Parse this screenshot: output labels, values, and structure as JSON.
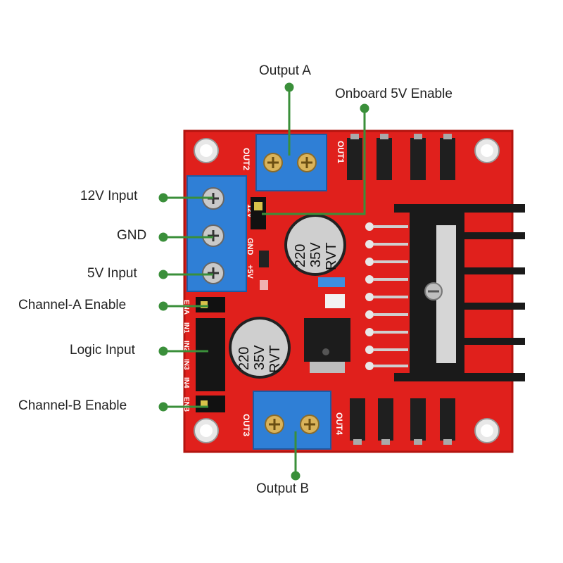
{
  "colors": {
    "pcb": "#e0201c",
    "pcb_dark": "#b3140f",
    "callout": "#3a8f3a",
    "terminal": "#2f7fd6",
    "heatsink": "#1a1a1a"
  },
  "callouts": {
    "output_a": "Output A",
    "onboard_5v": "Onboard 5V Enable",
    "input_12v": "12V Input",
    "gnd": "GND",
    "input_5v": "5V Input",
    "channel_a": "Channel-A Enable",
    "logic": "Logic Input",
    "channel_b": "Channel-B Enable",
    "output_b": "Output B"
  },
  "silkscreen": {
    "out1": "OUT1",
    "out2": "OUT2",
    "out3": "OUT3",
    "out4": "OUT4",
    "ena": "ENA",
    "enb": "ENB",
    "in1": "IN1",
    "in2": "IN2",
    "in3": "IN3",
    "in4": "IN4",
    "v12": "12V",
    "gnd": "GND",
    "v5": "+5V"
  },
  "capacitors": {
    "value": "220",
    "voltage": "35V",
    "series": "RVT"
  }
}
